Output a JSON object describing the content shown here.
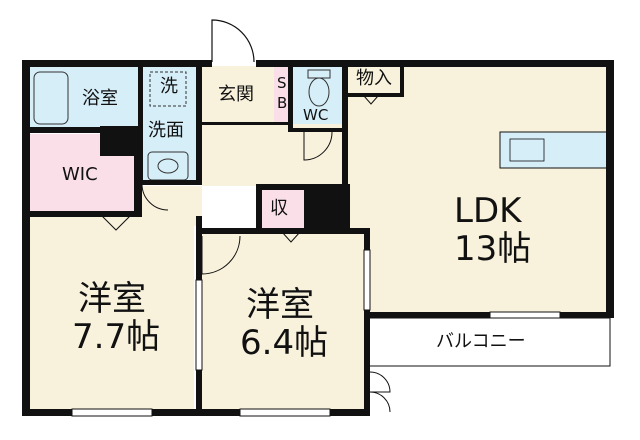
{
  "floorplan": {
    "colors": {
      "room_fill": "#f8f2dc",
      "wet_fill": "#d6eef8",
      "closet_fill": "#fbdfe8",
      "wall": "#111111",
      "balcony_fill": "#ffffff",
      "window": "#9a9a9a"
    },
    "rooms": {
      "bath": {
        "label": "浴室"
      },
      "laundry": {
        "label": "洗"
      },
      "washroom": {
        "label": "洗面"
      },
      "entrance": {
        "label": "玄関"
      },
      "shoe_box": {
        "label_top": "S",
        "label_bottom": "B"
      },
      "toilet": {
        "label": "WC"
      },
      "storage": {
        "label": "物入"
      },
      "wic": {
        "label": "WIC"
      },
      "closet": {
        "label": "収"
      },
      "ldk": {
        "label": "LDK",
        "area": "13帖"
      },
      "western_1": {
        "label": "洋室",
        "area": "7.7帖"
      },
      "western_2": {
        "label": "洋室",
        "area": "6.4帖"
      },
      "balcony": {
        "label": "バルコニー"
      }
    }
  }
}
